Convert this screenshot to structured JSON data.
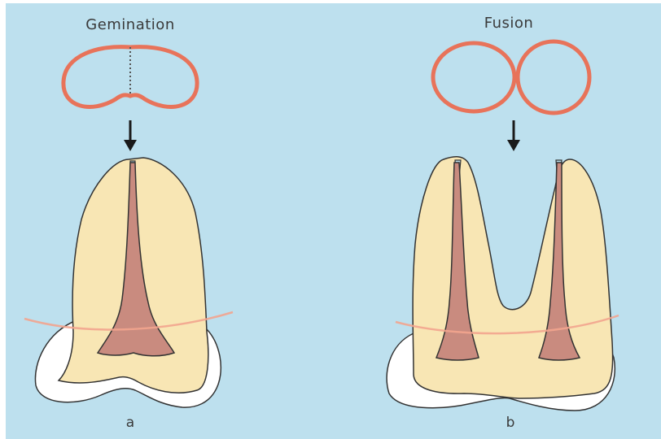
{
  "diagram": {
    "panels": [
      {
        "heading": "Gemination",
        "caption": "a"
      },
      {
        "heading": "Fusion",
        "caption": "b"
      }
    ]
  },
  "colors": {
    "background": "#bde0ee",
    "crown_outline": "#e8735a",
    "dentin": "#f8e6b4",
    "pulp": "#c98b7f",
    "enamel": "#ffffff",
    "gum_line": "#f2a48e",
    "arrow": "#1a1a1a"
  }
}
